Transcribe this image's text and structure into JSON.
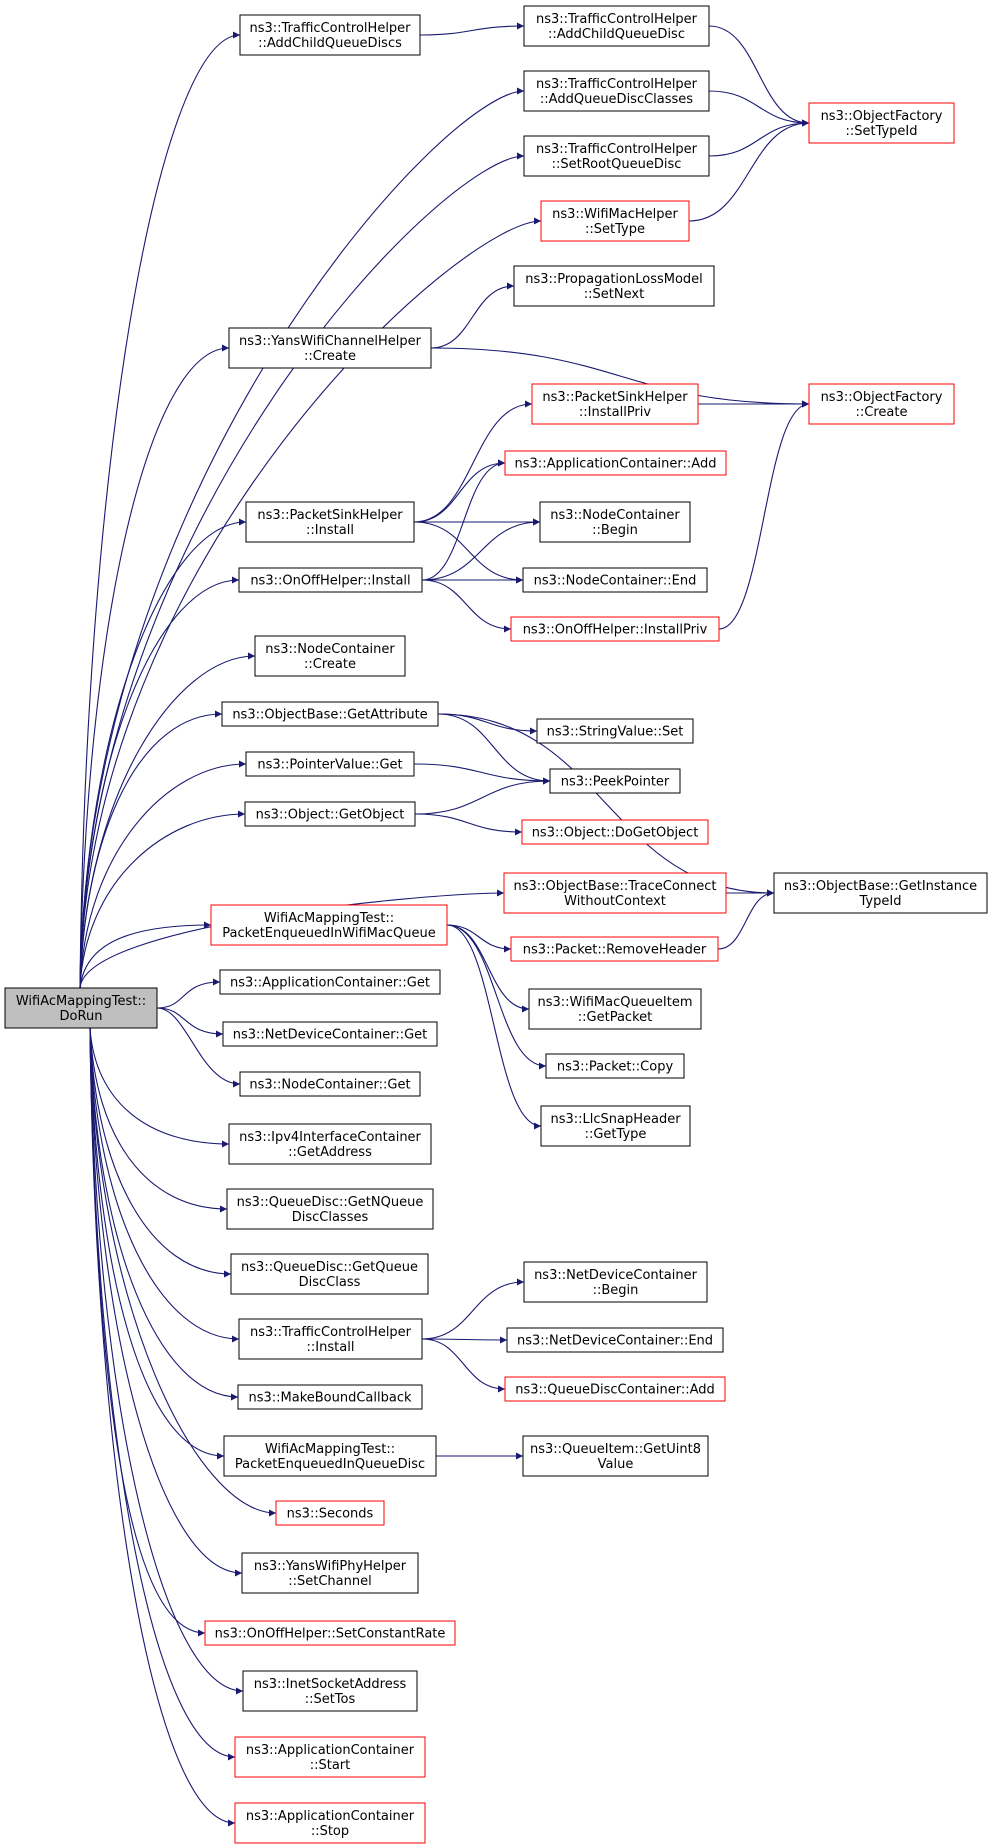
{
  "colors": {
    "edge": "#191970",
    "node_border": "#000000",
    "node_border_truncated": "#ff0000",
    "root_fill": "#bfbfbf"
  },
  "nodes": [
    {
      "id": "root",
      "lines": [
        "WifiAcMappingTest::",
        "DoRun"
      ],
      "style": "root"
    },
    {
      "id": "tch_addchildqueuediscs",
      "lines": [
        "ns3::TrafficControlHelper",
        "::AddChildQueueDiscs"
      ],
      "style": "normal"
    },
    {
      "id": "tch_addchildqueuedisc",
      "lines": [
        "ns3::TrafficControlHelper",
        "::AddChildQueueDisc"
      ],
      "style": "normal"
    },
    {
      "id": "tch_addqueuedisclasses",
      "lines": [
        "ns3::TrafficControlHelper",
        "::AddQueueDiscClasses"
      ],
      "style": "normal"
    },
    {
      "id": "tch_setrootqueuedisc",
      "lines": [
        "ns3::TrafficControlHelper",
        "::SetRootQueueDisc"
      ],
      "style": "normal"
    },
    {
      "id": "wifimachelper_settype",
      "lines": [
        "ns3::WifiMacHelper",
        "::SetType"
      ],
      "style": "red"
    },
    {
      "id": "objfactory_settypeid",
      "lines": [
        "ns3::ObjectFactory",
        "::SetTypeId"
      ],
      "style": "red"
    },
    {
      "id": "proplossmodel_setnext",
      "lines": [
        "ns3::PropagationLossModel",
        "::SetNext"
      ],
      "style": "normal"
    },
    {
      "id": "yanswifichannelhelper_create",
      "lines": [
        "ns3::YansWifiChannelHelper",
        "::Create"
      ],
      "style": "normal"
    },
    {
      "id": "packetsinkhelper_installpriv",
      "lines": [
        "ns3::PacketSinkHelper",
        "::InstallPriv"
      ],
      "style": "red"
    },
    {
      "id": "objfactory_create",
      "lines": [
        "ns3::ObjectFactory",
        "::Create"
      ],
      "style": "red"
    },
    {
      "id": "appcontainer_add",
      "lines": [
        "ns3::ApplicationContainer::Add"
      ],
      "style": "red"
    },
    {
      "id": "packetsinkhelper_install",
      "lines": [
        "ns3::PacketSinkHelper",
        "::Install"
      ],
      "style": "normal"
    },
    {
      "id": "nodecontainer_begin",
      "lines": [
        "ns3::NodeContainer",
        "::Begin"
      ],
      "style": "normal"
    },
    {
      "id": "onoffhelper_install",
      "lines": [
        "ns3::OnOffHelper::Install"
      ],
      "style": "normal"
    },
    {
      "id": "nodecontainer_end",
      "lines": [
        "ns3::NodeContainer::End"
      ],
      "style": "normal"
    },
    {
      "id": "onoffhelper_installpriv",
      "lines": [
        "ns3::OnOffHelper::InstallPriv"
      ],
      "style": "red"
    },
    {
      "id": "nodecontainer_create",
      "lines": [
        "ns3::NodeContainer",
        "::Create"
      ],
      "style": "normal"
    },
    {
      "id": "objectbase_getattribute",
      "lines": [
        "ns3::ObjectBase::GetAttribute"
      ],
      "style": "normal"
    },
    {
      "id": "stringvalue_set",
      "lines": [
        "ns3::StringValue::Set"
      ],
      "style": "normal"
    },
    {
      "id": "pointervalue_get",
      "lines": [
        "ns3::PointerValue::Get"
      ],
      "style": "normal"
    },
    {
      "id": "peekpointer",
      "lines": [
        "ns3::PeekPointer"
      ],
      "style": "normal"
    },
    {
      "id": "object_getobject",
      "lines": [
        "ns3::Object::GetObject"
      ],
      "style": "normal"
    },
    {
      "id": "object_dogetobject",
      "lines": [
        "ns3::Object::DoGetObject"
      ],
      "style": "red"
    },
    {
      "id": "objectbase_traceconnect",
      "lines": [
        "ns3::ObjectBase::TraceConnect",
        "WithoutContext"
      ],
      "style": "red"
    },
    {
      "id": "objectbase_getinstancetypeid",
      "lines": [
        "ns3::ObjectBase::GetInstance",
        "TypeId"
      ],
      "style": "normal"
    },
    {
      "id": "pkt_enq_wifimacqueue",
      "lines": [
        "WifiAcMappingTest::",
        "PacketEnqueuedInWifiMacQueue"
      ],
      "style": "red"
    },
    {
      "id": "packet_removeheader",
      "lines": [
        "ns3::Packet::RemoveHeader"
      ],
      "style": "red"
    },
    {
      "id": "wifimacqueueitem_getpacket",
      "lines": [
        "ns3::WifiMacQueueItem",
        "::GetPacket"
      ],
      "style": "normal"
    },
    {
      "id": "appcontainer_get",
      "lines": [
        "ns3::ApplicationContainer::Get"
      ],
      "style": "normal"
    },
    {
      "id": "packet_copy",
      "lines": [
        "ns3::Packet::Copy"
      ],
      "style": "normal"
    },
    {
      "id": "netdevicecontainer_get",
      "lines": [
        "ns3::NetDeviceContainer::Get"
      ],
      "style": "normal"
    },
    {
      "id": "nodecontainer_get",
      "lines": [
        "ns3::NodeContainer::Get"
      ],
      "style": "normal"
    },
    {
      "id": "llcsnapheader_gettype",
      "lines": [
        "ns3::LlcSnapHeader",
        "::GetType"
      ],
      "style": "normal"
    },
    {
      "id": "ipv4interfacecontainer_getaddress",
      "lines": [
        "ns3::Ipv4InterfaceContainer",
        "::GetAddress"
      ],
      "style": "normal"
    },
    {
      "id": "queuedisc_getnqueuedisclasses",
      "lines": [
        "ns3::QueueDisc::GetNQueue",
        "DiscClasses"
      ],
      "style": "normal"
    },
    {
      "id": "queuedisc_getqueuedisclass",
      "lines": [
        "ns3::QueueDisc::GetQueue",
        "DiscClass"
      ],
      "style": "normal"
    },
    {
      "id": "netdevicecontainer_begin",
      "lines": [
        "ns3::NetDeviceContainer",
        "::Begin"
      ],
      "style": "normal"
    },
    {
      "id": "tch_install",
      "lines": [
        "ns3::TrafficControlHelper",
        "::Install"
      ],
      "style": "normal"
    },
    {
      "id": "netdevicecontainer_end",
      "lines": [
        "ns3::NetDeviceContainer::End"
      ],
      "style": "normal"
    },
    {
      "id": "queuedisccontainer_add",
      "lines": [
        "ns3::QueueDiscContainer::Add"
      ],
      "style": "red"
    },
    {
      "id": "makeboundcallback",
      "lines": [
        "ns3::MakeBoundCallback"
      ],
      "style": "normal"
    },
    {
      "id": "pkt_enq_queuedisc",
      "lines": [
        "WifiAcMappingTest::",
        "PacketEnqueuedInQueueDisc"
      ],
      "style": "normal"
    },
    {
      "id": "queueitem_getuint8value",
      "lines": [
        "ns3::QueueItem::GetUint8",
        "Value"
      ],
      "style": "normal"
    },
    {
      "id": "seconds",
      "lines": [
        "ns3::Seconds"
      ],
      "style": "red"
    },
    {
      "id": "yanswifiphyhelper_setchannel",
      "lines": [
        "ns3::YansWifiPhyHelper",
        "::SetChannel"
      ],
      "style": "normal"
    },
    {
      "id": "onoffhelper_setconstantrate",
      "lines": [
        "ns3::OnOffHelper::SetConstantRate"
      ],
      "style": "red"
    },
    {
      "id": "inetsocketaddress_settos",
      "lines": [
        "ns3::InetSocketAddress",
        "::SetTos"
      ],
      "style": "normal"
    },
    {
      "id": "appcontainer_start",
      "lines": [
        "ns3::ApplicationContainer",
        "::Start"
      ],
      "style": "red"
    },
    {
      "id": "appcontainer_stop",
      "lines": [
        "ns3::ApplicationContainer",
        "::Stop"
      ],
      "style": "red"
    }
  ],
  "edges": [
    [
      "root",
      "tch_addchildqueuediscs"
    ],
    [
      "root",
      "tch_addqueuedisclasses"
    ],
    [
      "root",
      "tch_setrootqueuedisc"
    ],
    [
      "root",
      "wifimachelper_settype"
    ],
    [
      "root",
      "yanswifichannelhelper_create"
    ],
    [
      "root",
      "packetsinkhelper_install"
    ],
    [
      "root",
      "onoffhelper_install"
    ],
    [
      "root",
      "nodecontainer_create"
    ],
    [
      "root",
      "objectbase_getattribute"
    ],
    [
      "root",
      "pointervalue_get"
    ],
    [
      "root",
      "object_getobject"
    ],
    [
      "root",
      "objectbase_traceconnect"
    ],
    [
      "root",
      "pkt_enq_wifimacqueue"
    ],
    [
      "root",
      "appcontainer_get"
    ],
    [
      "root",
      "netdevicecontainer_get"
    ],
    [
      "root",
      "nodecontainer_get"
    ],
    [
      "root",
      "ipv4interfacecontainer_getaddress"
    ],
    [
      "root",
      "queuedisc_getnqueuedisclasses"
    ],
    [
      "root",
      "queuedisc_getqueuedisclass"
    ],
    [
      "root",
      "tch_install"
    ],
    [
      "root",
      "makeboundcallback"
    ],
    [
      "root",
      "pkt_enq_queuedisc"
    ],
    [
      "root",
      "seconds"
    ],
    [
      "root",
      "yanswifiphyhelper_setchannel"
    ],
    [
      "root",
      "onoffhelper_setconstantrate"
    ],
    [
      "root",
      "inetsocketaddress_settos"
    ],
    [
      "root",
      "appcontainer_start"
    ],
    [
      "root",
      "appcontainer_stop"
    ],
    [
      "tch_addchildqueuediscs",
      "tch_addchildqueuedisc"
    ],
    [
      "tch_addchildqueuedisc",
      "objfactory_settypeid"
    ],
    [
      "tch_addqueuedisclasses",
      "objfactory_settypeid"
    ],
    [
      "tch_setrootqueuedisc",
      "objfactory_settypeid"
    ],
    [
      "wifimachelper_settype",
      "objfactory_settypeid"
    ],
    [
      "yanswifichannelhelper_create",
      "proplossmodel_setnext"
    ],
    [
      "yanswifichannelhelper_create",
      "objfactory_create"
    ],
    [
      "packetsinkhelper_installpriv",
      "objfactory_create"
    ],
    [
      "packetsinkhelper_install",
      "packetsinkhelper_installpriv"
    ],
    [
      "packetsinkhelper_install",
      "appcontainer_add"
    ],
    [
      "packetsinkhelper_install",
      "nodecontainer_begin"
    ],
    [
      "packetsinkhelper_install",
      "nodecontainer_end"
    ],
    [
      "onoffhelper_install",
      "appcontainer_add"
    ],
    [
      "onoffhelper_install",
      "nodecontainer_begin"
    ],
    [
      "onoffhelper_install",
      "nodecontainer_end"
    ],
    [
      "onoffhelper_install",
      "onoffhelper_installpriv"
    ],
    [
      "onoffhelper_installpriv",
      "objfactory_create"
    ],
    [
      "objectbase_getattribute",
      "stringvalue_set"
    ],
    [
      "objectbase_getattribute",
      "peekpointer"
    ],
    [
      "objectbase_getattribute",
      "objectbase_getinstancetypeid"
    ],
    [
      "pointervalue_get",
      "peekpointer"
    ],
    [
      "object_getobject",
      "peekpointer"
    ],
    [
      "object_getobject",
      "object_dogetobject"
    ],
    [
      "objectbase_traceconnect",
      "objectbase_getinstancetypeid"
    ],
    [
      "pkt_enq_wifimacqueue",
      "packet_removeheader"
    ],
    [
      "pkt_enq_wifimacqueue",
      "wifimacqueueitem_getpacket"
    ],
    [
      "pkt_enq_wifimacqueue",
      "packet_copy"
    ],
    [
      "pkt_enq_wifimacqueue",
      "llcsnapheader_gettype"
    ],
    [
      "packet_removeheader",
      "objectbase_getinstancetypeid"
    ],
    [
      "tch_install",
      "netdevicecontainer_begin"
    ],
    [
      "tch_install",
      "netdevicecontainer_end"
    ],
    [
      "tch_install",
      "queuedisccontainer_add"
    ],
    [
      "pkt_enq_queuedisc",
      "queueitem_getuint8value"
    ]
  ]
}
